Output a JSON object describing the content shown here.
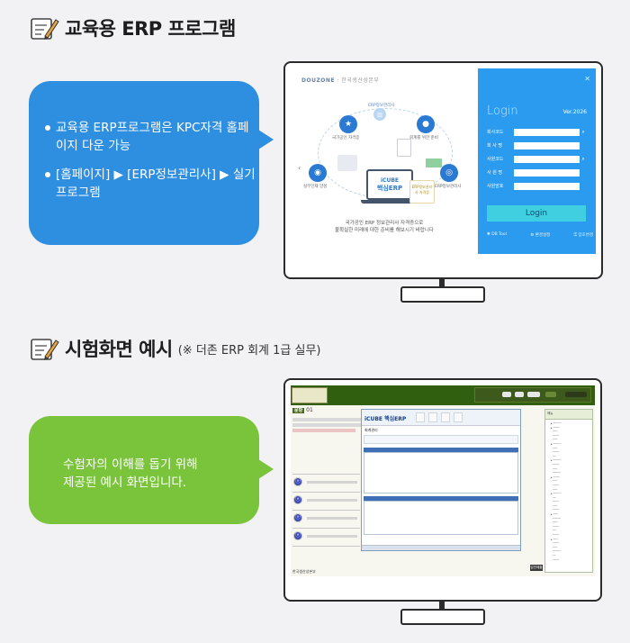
{
  "section1": {
    "title": "교육용 ERP 프로그램",
    "icon": "notepad-pencil-icon"
  },
  "bubble1": {
    "items": [
      "교육용 ERP프로그램은 KPC자격 홈페이지 다운 가능",
      "[홈페이지] ▶ [ERP정보관리사] ▶ 실기프로그램"
    ],
    "color": "#2e8ee0"
  },
  "login_screen": {
    "brand": "DOUZONE",
    "brand2": "한국생산성본부",
    "features": [
      "국가공인 자격증",
      "ERP정보관리사",
      "ERP정보관리사",
      "회계를 위한 준비",
      "실무인재 양성"
    ],
    "laptop_line1": "iCUBE",
    "laptop_line2": "핵심ERP",
    "card_text": "ERP정보관리사 자격증",
    "caption_line1": "국가공인 ERP 정보관리사 자격증으로",
    "caption_line2": "불확실한 미래에 대한 준비를 해보시기 바랍니다",
    "login_title": "Login",
    "version": "Ver.2026",
    "fields": [
      "회사코드",
      "회 사 명",
      "사원코드",
      "사 원 명",
      "사원암호"
    ],
    "login_button": "Login",
    "tools": [
      "DB Tool",
      "환경설정",
      "암호변경"
    ],
    "panel_color": "#2a9bee"
  },
  "section2": {
    "title": "시험화면 예시",
    "note": "(※ 더존 ERP 회계 1급 실무)",
    "icon": "notepad-pencil-icon"
  },
  "bubble2": {
    "line1": "수험자의 이해를 돕기 위해",
    "line2": "제공된 예시 화면입니다.",
    "color": "#79c43a"
  },
  "exam_screen": {
    "question_label": "문항",
    "question_number": "01",
    "window_title": "iCUBE 핵심ERP",
    "sub_title": "회계관리",
    "tree_header": "메뉴",
    "footer_logo": "한국생산성본부",
    "submit": "답안제출"
  }
}
